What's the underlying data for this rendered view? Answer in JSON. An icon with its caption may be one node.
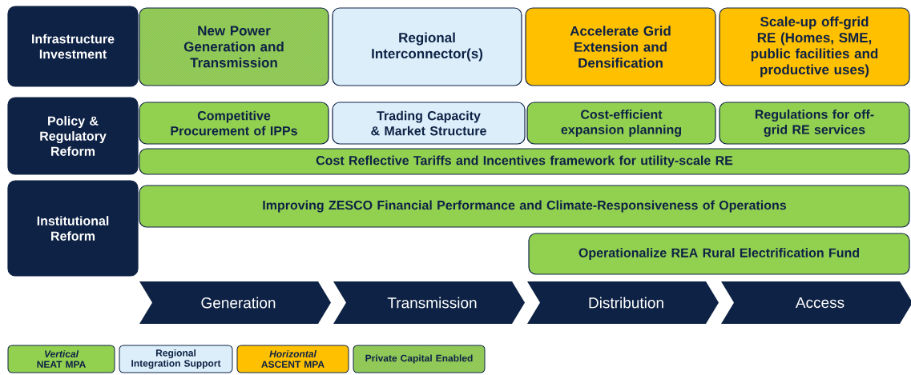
{
  "diagram": {
    "nodes": [
      {
        "text": [
          "Infrastructure Investment"
        ]
      },
      {
        "text": [
          "New Power Generation and Transmission"
        ]
      },
      {
        "text": [
          "Regional Interconnector(s)"
        ]
      },
      {
        "text": [
          "Accelerate Grid Extension and Densification"
        ]
      },
      {
        "text": [
          "Scale-up off-grid RE (Homes, SME, public facilities and productive uses)"
        ]
      },
      {
        "text": [
          "Policy & Regulatory Reform"
        ]
      },
      {
        "text": [
          "Competitive Procurement of IPPs"
        ]
      },
      {
        "text": [
          "Trading Capacity & Market Structure"
        ]
      },
      {
        "text": [
          "Cost-efficient expansion planning"
        ]
      },
      {
        "text": [
          "Regulations for off-grid RE services"
        ]
      },
      {
        "text": [
          "Cost Reflective Tariffs and Incentives framework for utility-scale RE"
        ]
      },
      {
        "text": [
          "Institutional Reform"
        ]
      },
      {
        "text": [
          "Improving ZESCO Financial Performance and Climate-Responsiveness of Operations"
        ]
      },
      {
        "text": [
          "Operationalize REA Rural Electrification Fund"
        ]
      },
      {
        "text": [
          "Generation"
        ]
      },
      {
        "text": [
          "Transmission"
        ]
      },
      {
        "text": [
          "Distribution"
        ]
      },
      {
        "text": [
          "Access"
        ]
      }
    ],
    "edges": [],
    "legend": [
      {
        "text": "*Vertical* NEAT MPA",
        "color": "#92d050"
      },
      {
        "text": "Regional Integration Support",
        "color": "#dbeefa"
      },
      {
        "text": "*Horizontal* ASCENT MPA",
        "color": "#ffc000"
      },
      {
        "text": "Private Capital Enabled"
      }
    ]
  }
}
